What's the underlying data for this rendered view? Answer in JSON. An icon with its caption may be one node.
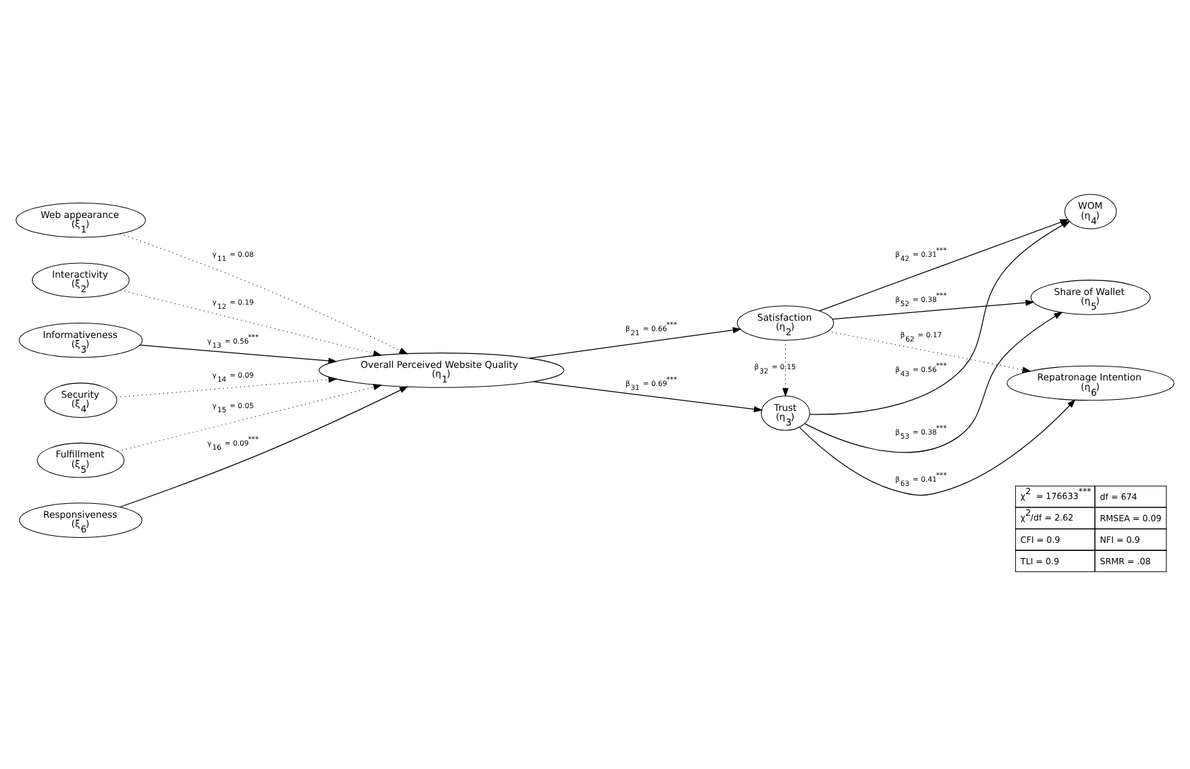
{
  "diagram": {
    "nodes": [
      {
        "text": [
          "Web appearance",
          "(ξ$_{1}$)"
        ]
      },
      {
        "text": [
          "Interactivity",
          "(ξ$_{2}$)"
        ]
      },
      {
        "text": [
          "Informativeness",
          "(ξ$_{3}$)"
        ]
      },
      {
        "text": [
          "Security",
          "(ξ$_{4}$)"
        ]
      },
      {
        "text": [
          "Fulfillment",
          "(ξ$_{5}$)"
        ]
      },
      {
        "text": [
          "Responsiveness",
          "(ξ$_{6}$)"
        ]
      },
      {
        "text": [
          "Overall Perceived Website Quality",
          "(η$_{1}$)"
        ]
      },
      {
        "text": [
          "Satisfaction",
          "(η$_{2}$)"
        ]
      },
      {
        "text": [
          "Trust",
          "(η$_{3}$)"
        ]
      },
      {
        "text": [
          "WOM",
          "(η$_{4}$)"
        ]
      },
      {
        "text": [
          "Share of Wallet",
          "(η$_{5}$)"
        ]
      },
      {
        "text": [
          "Repatronage Intention",
          "(η$_{6}$)"
        ]
      }
    ],
    "edges": [
      {
        "from": 0,
        "to": 6,
        "arrow": "to",
        "label": "γ$_{11}$ = 0.08",
        "style": "dashed"
      },
      {
        "from": 1,
        "to": 6,
        "arrow": "to",
        "label": "γ$_{12}$ = 0.19",
        "style": "dashed"
      },
      {
        "from": 2,
        "to": 6,
        "arrow": "to",
        "label": "γ$_{13}$ = 0.56$^{***}$"
      },
      {
        "from": 3,
        "to": 6,
        "arrow": "to",
        "label": "γ$_{14}$ = 0.09",
        "style": "dashed"
      },
      {
        "from": 4,
        "to": 6,
        "arrow": "to",
        "label": "γ$_{15}$ = 0.05",
        "style": "dashed"
      },
      {
        "from": 5,
        "to": 6,
        "arrow": "to",
        "label": "γ$_{16}$ = 0.09$^{***}$"
      },
      {
        "from": 6,
        "to": 7,
        "arrow": "to",
        "label": "β$_{21}$ = 0.66$^{***}$"
      },
      {
        "from": 6,
        "to": 8,
        "arrow": "to",
        "label": "β$_{31}$ = 0.69$^{***}$"
      },
      {
        "from": 7,
        "to": 8,
        "arrow": "to",
        "label": "β$_{32}$ = 0.15",
        "style": "dashed"
      },
      {
        "from": 7,
        "to": 9,
        "arrow": "to",
        "label": "β$_{42}$ = 0.31$^{***}$"
      },
      {
        "from": 7,
        "to": 10,
        "arrow": "to",
        "label": "β$_{52}$ = 0.38$^{***}$"
      },
      {
        "from": 7,
        "to": 11,
        "arrow": "to",
        "label": "β$_{62}$ = 0.17",
        "style": "dashed"
      },
      {
        "from": 8,
        "to": 9,
        "arrow": "to",
        "label": "β$_{43}$ = 0.56$^{***}$"
      },
      {
        "from": 8,
        "to": 10,
        "arrow": "to",
        "label": "β$_{53}$ = 0.38$^{***}$"
      },
      {
        "from": 8,
        "to": 11,
        "arrow": "to",
        "label": "β$_{63}$ = 0.41$^{***}$"
      }
    ],
    "labels": [
      "χ$^{2}$ = 176633$^{***}$",
      "df = 674",
      "χ$^{2}$/df = 2.62",
      "RMSEA = 0.09",
      "CFI = 0.9",
      "NFI = 0.9",
      "TLI = 0.9",
      "SRMR = .08"
    ]
  }
}
